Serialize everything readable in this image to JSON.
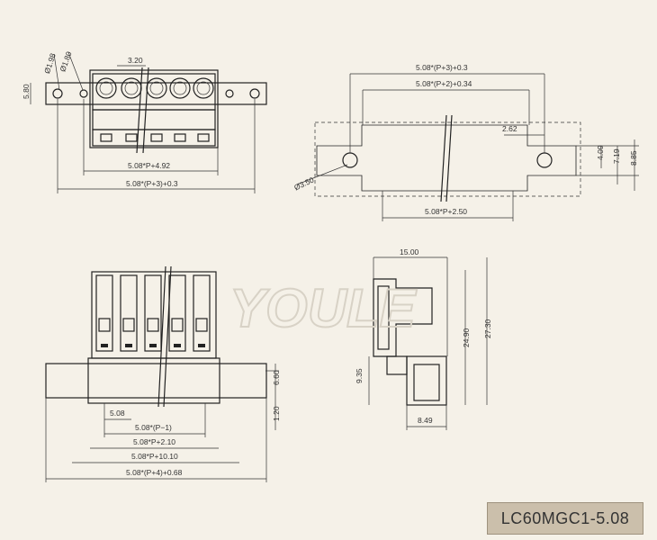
{
  "model_code": "LC60MGC1-5.08",
  "watermark_text": "YOULE",
  "colors": {
    "background": "#f5f1e8",
    "line": "#222222",
    "badge": "#cbbfab"
  },
  "top_view": {
    "pitch": "3.20",
    "hole_a": "Ø1.98",
    "hole_b": "Ø1.80",
    "height": "5.80",
    "inner_width": "5.08*P+4.92",
    "outer_width": "5.08*(P+3)+0.3"
  },
  "panel_cutout": {
    "outer": "5.08*(P+3)+0.3",
    "inner": "5.08*(P+2)+0.34",
    "offset": "2.62",
    "hole": "Ø3.50",
    "h1": "4.09",
    "h2": "7.19",
    "h3": "8.85",
    "bottom": "5.08*P+2.50"
  },
  "front_view": {
    "height_upper": "6.60",
    "height_lower": "1.20",
    "pitch": "5.08",
    "d1": "5.08*(P−1)",
    "d2": "5.08*P+2.10",
    "d3": "5.08*P+10.10",
    "d4": "5.08*(P+4)+0.68"
  },
  "side_view": {
    "width": "15.00",
    "h_inner": "24.90",
    "h_outer": "27.30",
    "lower": "9.35",
    "base": "8.49"
  }
}
